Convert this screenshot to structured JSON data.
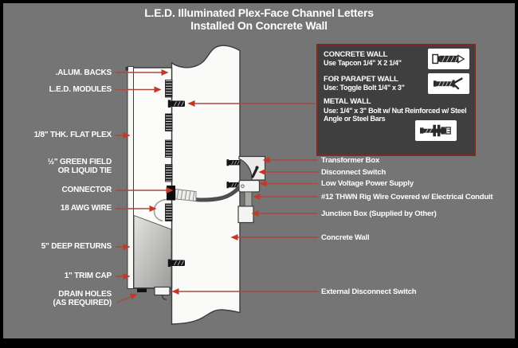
{
  "title": {
    "line1": "L.E.D. Illuminated Plex-Face Channel Letters",
    "line2": "Installed On  Concrete Wall"
  },
  "left_labels": [
    {
      "text": ".ALUM. BACKS"
    },
    {
      "text": "L.E.D. MODULES"
    },
    {
      "text": "1/8\" THK. FLAT PLEX"
    },
    {
      "text": "½\" GREEN FIELD\nOR LIQUID TIE"
    },
    {
      "text": "CONNECTOR"
    },
    {
      "text": "18 AWG WIRE"
    },
    {
      "text": "5\" DEEP RETURNS"
    },
    {
      "text": "1\" TRIM CAP"
    },
    {
      "text": "DRAIN HOLES\n(AS REQUIRED)"
    }
  ],
  "right_labels": [
    {
      "text": "Transformer Box"
    },
    {
      "text": "Disconnect Switch"
    },
    {
      "text": "Low Voltage Power Supply"
    },
    {
      "text": "#12 THWN Rig Wire Covered w/ Electrical Conduit"
    },
    {
      "text": "Junction Box (Supplied by Other)"
    },
    {
      "text": "Concrete Wall"
    },
    {
      "text": "External Disconnect Switch"
    }
  ],
  "fastener_panel": {
    "items": [
      {
        "heading": "CONCRETE WALL",
        "detail": "Use Tapcon 1/4\" X  2 1/4\"",
        "icon": "tapcon-screw-icon"
      },
      {
        "heading": "FOR PARAPET WALL",
        "detail": "Use: Toggle Bolt 1/4\" x 3\"",
        "icon": "toggle-bolt-icon"
      },
      {
        "heading": "METAL WALL",
        "detail": "Use: 1/4\" x 3\" Bolt w/ Nut Reinforced w/ Steel Angle or Steel Bars",
        "icon": "bolt-nut-icon"
      }
    ]
  },
  "colors": {
    "frame": "#000000",
    "background": "#757575",
    "panel_bg": "#3f3f3f",
    "panel_border": "#7c2d21",
    "arrow_line": "#a74a3f",
    "arrow_head": "#c53727",
    "text": "#ffffff",
    "wall_fill": "#fafaf8",
    "outline": "#3c3c3c"
  }
}
